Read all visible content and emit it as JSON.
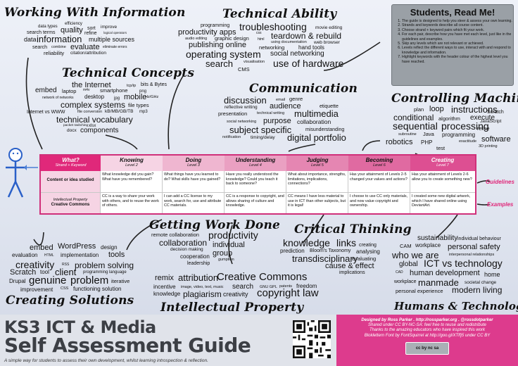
{
  "colors": {
    "accent_pink": "#e0287a",
    "footer_pink": "#dd3b8d",
    "link_blue": "#4a7fd6"
  },
  "sections": {
    "working": {
      "title": "Working With Information"
    },
    "concepts": {
      "title": "Technical Concepts"
    },
    "ability": {
      "title": "Technical Ability"
    },
    "communication": {
      "title": "Communication"
    },
    "controlling": {
      "title": "Controlling Machines"
    },
    "gwd": {
      "title": "Getting Work Done"
    },
    "critical": {
      "title": "Critical Thinking"
    },
    "creating": {
      "title": "Creating Solutions"
    },
    "ip": {
      "title": "Intellectual Property"
    },
    "humans": {
      "title": "Humans & Technology"
    }
  },
  "readme": {
    "title": "Students, Read Me!",
    "items": [
      "The guide is designed to help you steer & assess your own learning.",
      "Strands and keywords describe all course content.",
      "Choose strand + keyword pairs which fit your work.",
      "For each pair, describe how you have met each level, just like in the guidelines and examples.",
      "Skip any levels which are not relevant or achieved.",
      "Levels reflect the different ways to use, interact with and respond to knowledge and information.",
      "Highlight keywords with the header colour of the highest level you have reached."
    ]
  },
  "table": {
    "corner_title": "What?",
    "corner_sub": "Strand + Keyword",
    "levels": [
      {
        "name": "Knowing",
        "level": "Level 2"
      },
      {
        "name": "Doing",
        "level": "Level 3"
      },
      {
        "name": "Understanding",
        "level": "Level 4"
      },
      {
        "name": "Judging",
        "level": "Level 5"
      },
      {
        "name": "Becoming",
        "level": "Level 6"
      },
      {
        "name": "Creating",
        "level": "Level 7"
      }
    ],
    "row1_label": "Content or idea studied",
    "row1": [
      "What knowledge did you gain? What have you remembered?",
      "What things have you learned to do? What skills have you gained?",
      "Have you really understood the knowledge? Could you teach it back to someone?",
      "What about importance, strengths, limitations, implications, connections?",
      "Has your attainment of Levels 2-5 changed your values and actions?",
      "Has your attainment of Levels 2-6 allow you to create something new?"
    ],
    "row2_label1": "Intellectual Property",
    "row2_label2": "Creative Commons",
    "row2": [
      "CC is a way to share your work with others, and to reuse the work of others.",
      "I can add a CC license to my work, search for, use and attribute CC materials.",
      "CC is a response to copyright, and allows sharing of culture and knowledge.",
      "CC means I have less material to use in ICT than other subjects, but it is legal!",
      "I choose to use CC only materials, and now value copyright and ownership.",
      "I created some new digital artwork, which I have shared online using DeviantArt."
    ],
    "guidelines": "Guidelines",
    "examples": "Examples"
  },
  "footer": {
    "line1": "KS3 ICT & Media",
    "line2": "Self Assessment Guide",
    "tagline": "A simple way for students to assess their own development, whilst learning introspection & reflection.",
    "credit1": "Designed by Ross Parker . http://rossparker.org . @rossdotparker",
    "credit2": "Shared under CC BY-NC-SA: feel free to reuse and redistribute",
    "credit3": "Thanks to the amazing educators who have inspired this work",
    "credit4": "Bloklettern Font by FontSquirrel at http://goo.gl/XTffj5 under CC BY",
    "cc_badge": "cc by nc sa"
  },
  "words": {
    "w1": "data types",
    "w2": "efficiency",
    "w3": "quality",
    "w4": "sort",
    "w5": "improve",
    "w6": "search terms",
    "w7": "refine",
    "w8": "logical operators",
    "w9": "data",
    "w10": "information",
    "w11": "multiple sources",
    "w12": "search",
    "w13": "combine",
    "w14": "evaluate",
    "w15": "eliminate errors",
    "w16": "reliability",
    "w17": "citation/attribution",
    "c1": "the Internet",
    "c2": "tcp/ip",
    "c3": "bits & Bytes",
    "c4": "embed",
    "c5": "laptop",
    "c6": "m4v",
    "c7": "smartphone",
    "c8": "png",
    "c9": "network of networks",
    "c10": "desktop",
    "c11": "jpg",
    "c12": "mobile",
    "c13": "Hz/GHz",
    "c14": "complex systems",
    "c15": "file types",
    "c16": "Internet vs WWW",
    "c17": "file conversion",
    "c18": "kB/MB/GB/TB",
    "c19": "mp3",
    "c20": "technical vocabulary",
    "c21": "packet switching",
    "c22": "xlsx",
    "c23": "docx",
    "c24": "components",
    "a1": "programming",
    "a2": "troubleshooting",
    "a3": "movie editing",
    "a4": "productivity apps",
    "a5": "css",
    "a6": "audio editing",
    "a7": "graphic design",
    "a8": "html",
    "a9": "teardown & rebuild",
    "a10": "using documentation",
    "a11": "web browser",
    "a12": "publishing online",
    "a13": "networking",
    "a14": "hand tools",
    "a15": "operating system",
    "a16": "social networking",
    "a17": "visualisation",
    "a18": "search",
    "a19": "CMS",
    "a20": "use of hardware",
    "m1": "discussion",
    "m2": "email",
    "m3": "genre",
    "m4": "reflective writing",
    "m5": "audience",
    "m6": "etiquette",
    "m7": "presentation",
    "m8": "technical writing",
    "m9": "multimedia",
    "m10": "social networking",
    "m11": "purpose",
    "m12": "collaboration",
    "m13": "subject specific",
    "m14": "misunderstanding",
    "m15": "notification",
    "m16": "timing/delay",
    "m17": "digital portfolio",
    "k1": "plan",
    "k2": "loop",
    "k3": "instructions",
    "k4": "Scratch",
    "k5": "conditional",
    "k6": "algorithm",
    "k7": "execute",
    "k8": "JavaScript",
    "k9": "sequential",
    "k10": "processing",
    "k11": "refine",
    "k12": "subroutine",
    "k13": "Java",
    "k14": "programming",
    "k15": "robotics",
    "k16": "PHP",
    "k17": "exactitude",
    "k18": "software",
    "k19": "test",
    "k20": "3D printing",
    "g1": "remote collaboration",
    "g2": "productivity",
    "g3": "collaboration",
    "g4": "individual",
    "g5": "decision making",
    "g6": "group",
    "g7": "cooperation",
    "g8": "leadership",
    "g9": "gumption",
    "t1": "knowledge",
    "t2": "links",
    "t3": "creating",
    "t4": "prediction",
    "t5": "Bloom's Taxonomy",
    "t6": "analysing",
    "t7": "transdisciplinary",
    "t8": "evaluating",
    "t9": "cause & effect",
    "t10": "implications",
    "s1": "embed",
    "s2": "WordPress",
    "s3": "design",
    "s4": "evaluation",
    "s5": "HTML",
    "s6": "implementation",
    "s7": "tools",
    "s8": "creativity",
    "s9": "RSS",
    "s10": "problem solving",
    "s11": "Scratch",
    "s12": "tool",
    "s13": "client",
    "s14": "programming language",
    "s15": "Drupal",
    "s16": "genuine",
    "s17": "problem",
    "s18": "iterative",
    "s19": "improvement",
    "s20": "CSS",
    "s21": "functioning solution",
    "p1": "remix",
    "p2": "attribution",
    "p3": "Creative Commons",
    "p4": "incentive",
    "p5": "image, video, text, music",
    "p6": "search",
    "p7": "GNU GPL",
    "p8": "patents",
    "p9": "freedom",
    "p10": "knowledge",
    "p11": "plagiarism",
    "p12": "creativity",
    "p13": "copyright law",
    "h1": "sustainability",
    "h2": "individual behaviour",
    "h3": "CAM",
    "h4": "workplace",
    "h5": "personal safety",
    "h6": "who we are",
    "h7": "interpersonal relationships",
    "h8": "global",
    "h9": "ICT vs technology",
    "h10": "CAD",
    "h11": "human development",
    "h12": "home",
    "h13": "workplace",
    "h14": "manmade",
    "h15": "societal change",
    "h16": "personal experience",
    "h17": "modern living"
  }
}
